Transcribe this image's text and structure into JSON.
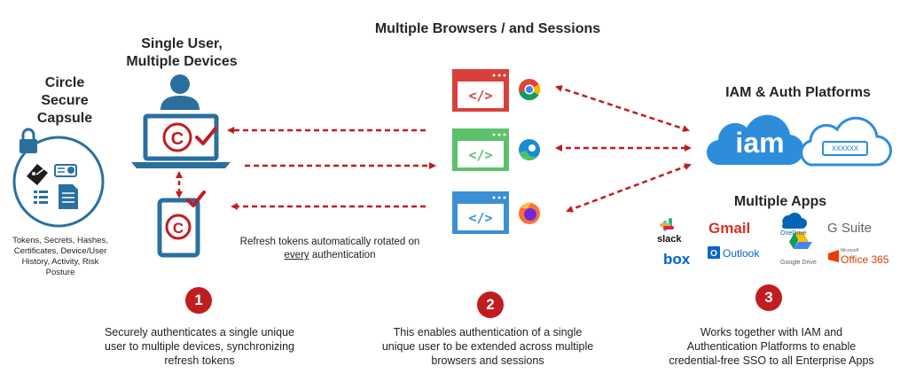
{
  "titles": {
    "main": "Multiple Browsers / and Sessions",
    "capsule": [
      "Circle",
      "Secure",
      "Capsule"
    ],
    "user": [
      "Single User,",
      "Multiple Devices"
    ],
    "iam": "IAM & Auth Platforms",
    "apps": "Multiple Apps"
  },
  "capsule_caption": [
    "Tokens, Secrets, Hashes,",
    "Certificates, Device/User",
    "History, Activity, Risk",
    "Posture"
  ],
  "refresh_caption": {
    "line1": "Refresh tokens automatically rotated on",
    "emph": "every",
    "rest": " authentication"
  },
  "iam_cloud_text": "iam",
  "password_mask": "xxxxxx",
  "browsers": [
    "chrome",
    "edge",
    "firefox"
  ],
  "browser_code": "</>",
  "colors": {
    "red": "#d9403a",
    "green": "#5cc16b",
    "blue": "#3b8fd6",
    "iam_blue": "#2e8ddb",
    "badge": "#c01d20",
    "device": "#2a6f9e"
  },
  "apps": {
    "slack": "slack",
    "gmail": "Gmail",
    "onedrive": "OneDrive",
    "gsuite": "G Suite",
    "box": "box",
    "outlook": "Outlook",
    "gdrive": "Google Drive",
    "office_small": "Microsoft",
    "office": "Office 365"
  },
  "steps": [
    {
      "num": "1",
      "lines": [
        "Securely authenticates a single unique",
        "user to multiple devices, synchronizing",
        "refresh tokens"
      ]
    },
    {
      "num": "2",
      "lines": [
        "This enables authentication of a single",
        "unique user to be extended across multiple",
        "browsers and sessions"
      ]
    },
    {
      "num": "3",
      "lines": [
        "Works together with IAM and",
        "Authentication Platforms to enable",
        "credential-free SSO to all Enterprise Apps"
      ]
    }
  ]
}
